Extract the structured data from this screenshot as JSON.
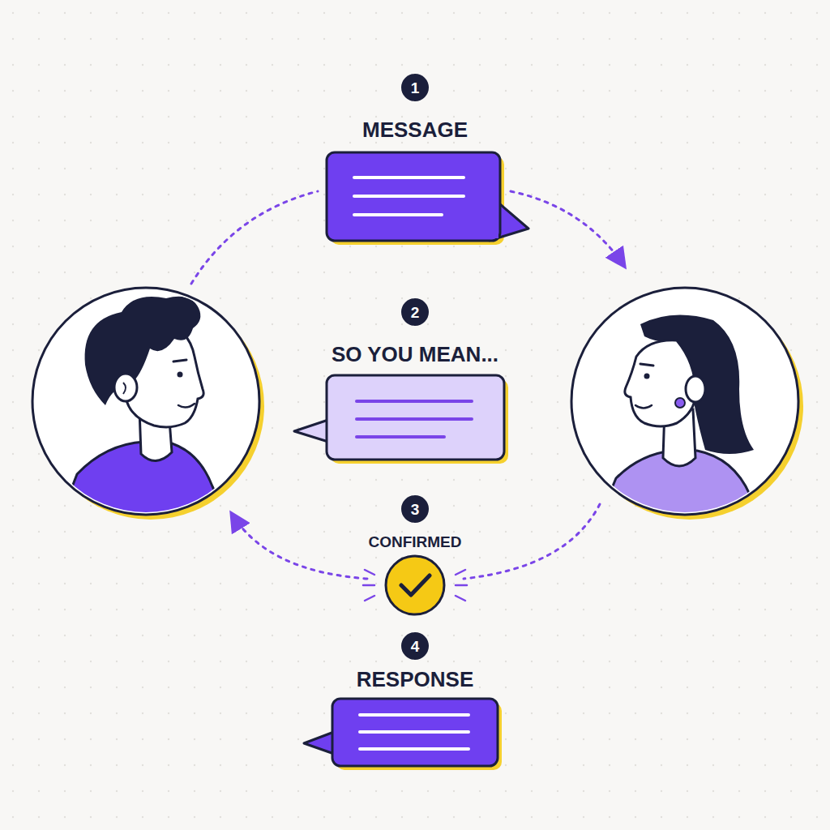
{
  "diagram": {
    "nodes": [
      {
        "text": [
          "1"
        ]
      },
      {
        "text": [
          "MESSAGE"
        ]
      },
      {
        "text": [
          "2"
        ]
      },
      {
        "text": [
          "SO YOU MEAN..."
        ]
      },
      {
        "text": [
          "3"
        ]
      },
      {
        "text": [
          "CONFIRMED"
        ]
      },
      {
        "text": [
          "4"
        ]
      },
      {
        "text": [
          "RESPONSE"
        ]
      }
    ]
  }
}
